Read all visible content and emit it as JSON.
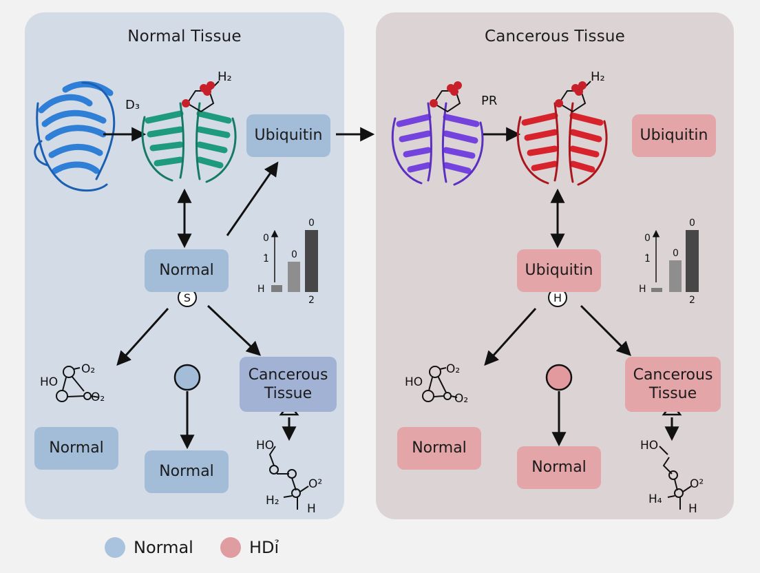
{
  "panels": {
    "left": {
      "title": "Normal Tissue",
      "protein_label": "D₃",
      "h2_label": "H₂",
      "ubiquitin_box": "Ubiquitin",
      "center_box": "Normal",
      "center_badge": "S",
      "molecule_left": {
        "ho": "HO",
        "o2a": "O₂",
        "o2b": "O₂"
      },
      "box_bottom_left": "Normal",
      "box_bottom_mid": "Normal",
      "cancer_box_line1": "Cancerous",
      "cancer_box_line2": "Tissue",
      "molecule_right": {
        "ho": "HO",
        "o2": "O²",
        "h2": "H₂",
        "h": "H"
      },
      "mini_chart": {
        "y_top": "0",
        "y_mid": "1̀",
        "x_left": "H",
        "bar_label_mid": "0",
        "bar_label_top": "0",
        "x_right": "2"
      }
    },
    "right": {
      "title": "Cancerous Tissue",
      "pr_label": "PR",
      "h2_label": "H₂",
      "ubiquitin_box": "Ubiquitin",
      "center_box": "Ubiquitin",
      "center_badge": "H",
      "molecule_left": {
        "ho": "HO",
        "o2a": "O₂",
        "o2b": "O₂"
      },
      "box_bottom_left": "Normal",
      "box_bottom_mid": "Normal",
      "cancer_box_line1": "Cancerous",
      "cancer_box_line2": "Tissue",
      "molecule_right": {
        "ho": "HO",
        "o2": "O²",
        "h4": "H₄",
        "h": "H"
      },
      "mini_chart": {
        "y_top": "0",
        "y_mid": "1̀",
        "x_left": "H",
        "bar_label_mid": "0",
        "bar_label_top": "0",
        "x_right": "2"
      }
    }
  },
  "legend": [
    {
      "label": "Normal",
      "color": "#a9c3df"
    },
    {
      "label": "HDı̉",
      "color": "#df9da1"
    }
  ],
  "colors": {
    "normal_box": "#a3bdd9",
    "cancer_box_left": "#a2b2d4",
    "cancer_box": "#e3a5a8",
    "protein_blue": "#2f7fd6",
    "protein_teal": "#1e9a7f",
    "protein_purple": "#7442dc",
    "protein_red": "#d7232c",
    "oxygen_red": "#c8202a"
  },
  "icons": [
    "protein-ribbon-icon",
    "arrow-icon",
    "circle-node-icon"
  ]
}
